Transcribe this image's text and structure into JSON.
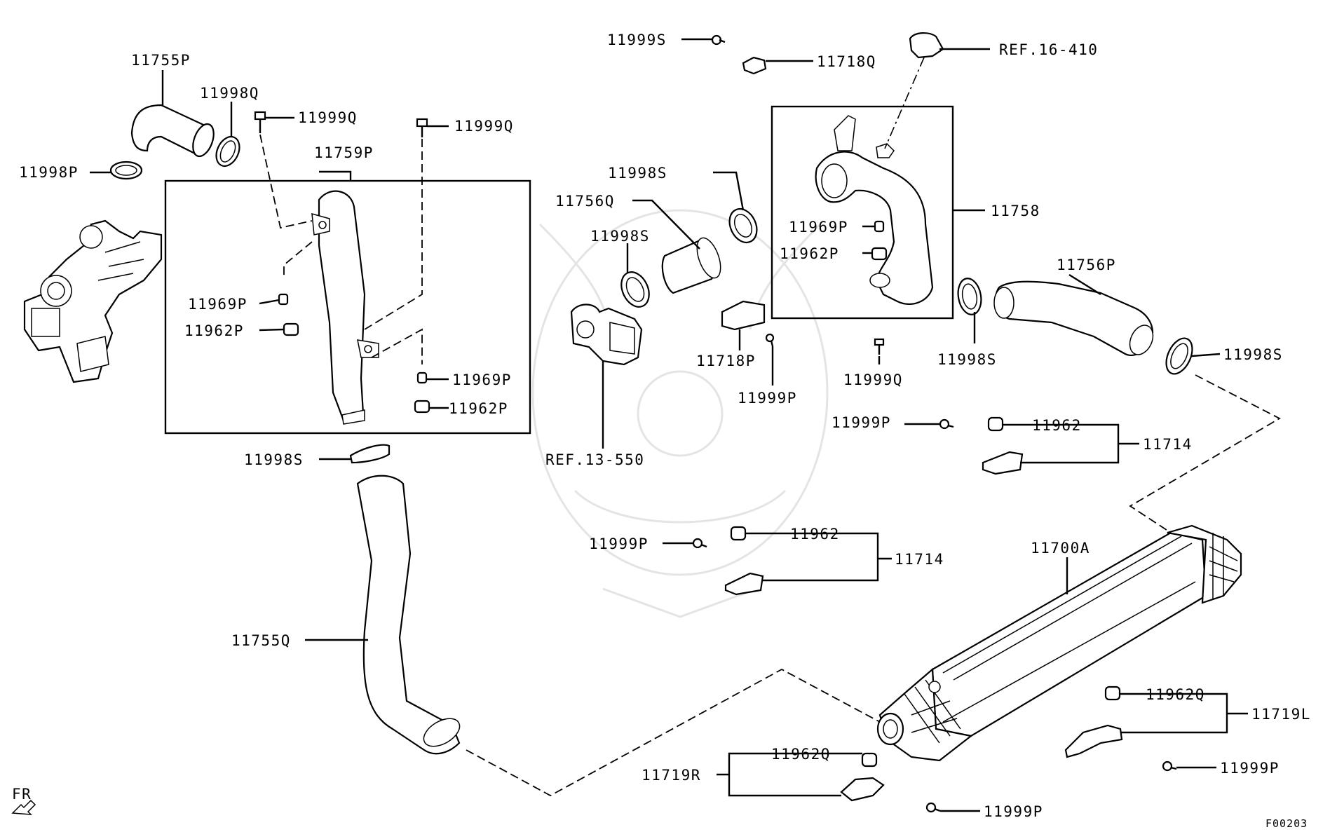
{
  "diagram": {
    "corner_code": "F00203",
    "front_indicator": "FR",
    "labels": {
      "p11755P": "11755P",
      "p11998Q": "11998Q",
      "p11999Q_a": "11999Q",
      "p11999Q_b": "11999Q",
      "p11759P": "11759P",
      "p11998P": "11998P",
      "p11969P_a": "11969P",
      "p11962P_a": "11962P",
      "p11969P_b": "11969P",
      "p11962P_b": "11962P",
      "p11998S_a": "11998S",
      "p11755Q": "11755Q",
      "p11999S": "11999S",
      "p11718Q": "11718Q",
      "ref16": "REF.16-410",
      "p11998S_b": "11998S",
      "p11756Q": "11756Q",
      "p11998S_c": "11998S",
      "p11718P": "11718P",
      "p11999P_a": "11999P",
      "ref13": "REF.13-550",
      "p11969P_c": "11969P",
      "p11962P_c": "11962P",
      "p11758": "11758",
      "p11999Q_c": "11999Q",
      "p11998S_d": "11998S",
      "p11756P": "11756P",
      "p11998S_e": "11998S",
      "p11999P_b": "11999P",
      "p11962_a": "11962",
      "p11714_a": "11714",
      "p11999P_c": "11999P",
      "p11962_b": "11962",
      "p11714_b": "11714",
      "p11700A": "11700A",
      "p11962Q_a": "11962Q",
      "p11719L": "11719L",
      "p11999P_d": "11999P",
      "p11719R": "11719R",
      "p11962Q_b": "11962Q",
      "p11999P_e": "11999P"
    },
    "parts": {
      "turbocharger": "turbocharger",
      "intercooler": "intercooler",
      "throttle_body": "throttle-body"
    }
  }
}
